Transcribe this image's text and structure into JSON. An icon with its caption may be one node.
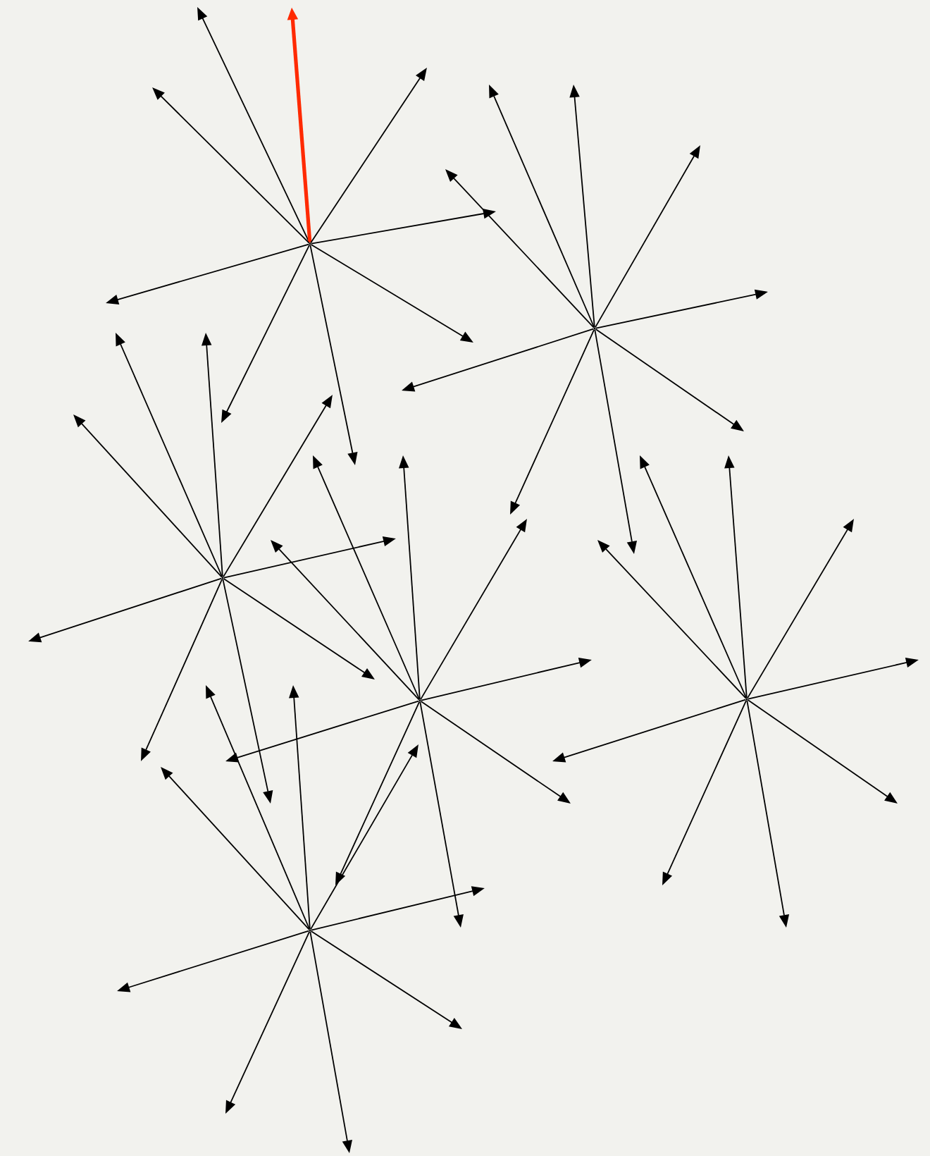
{
  "diagram": {
    "nodes": [
      {
        "text": [],
        "shape": "point"
      },
      {
        "text": [],
        "shape": "point"
      },
      {
        "text": [],
        "shape": "point"
      },
      {
        "text": [],
        "shape": "point"
      },
      {
        "text": [],
        "shape": "point"
      },
      {
        "text": [],
        "shape": "point"
      }
    ],
    "edges": [
      {
        "from": 0,
        "to": null,
        "arrow": "to"
      },
      {
        "from": 0,
        "to": null,
        "arrow": "to",
        "style": "thick",
        "color": "#ff2a00"
      },
      {
        "from": 0,
        "to": null,
        "arrow": "to"
      },
      {
        "from": 0,
        "to": null,
        "arrow": "to"
      },
      {
        "from": 0,
        "to": null,
        "arrow": "to"
      },
      {
        "from": 0,
        "to": null,
        "arrow": "to"
      },
      {
        "from": 0,
        "to": null,
        "arrow": "to"
      },
      {
        "from": 0,
        "to": null,
        "arrow": "to"
      },
      {
        "from": 0,
        "to": null,
        "arrow": "to"
      },
      {
        "from": 1,
        "to": null,
        "arrow": "to"
      },
      {
        "from": 1,
        "to": null,
        "arrow": "to"
      },
      {
        "from": 1,
        "to": null,
        "arrow": "to"
      },
      {
        "from": 1,
        "to": null,
        "arrow": "to"
      },
      {
        "from": 1,
        "to": null,
        "arrow": "to"
      },
      {
        "from": 1,
        "to": null,
        "arrow": "to"
      },
      {
        "from": 1,
        "to": null,
        "arrow": "to"
      },
      {
        "from": 1,
        "to": null,
        "arrow": "to"
      },
      {
        "from": 1,
        "to": null,
        "arrow": "to"
      },
      {
        "from": 2,
        "to": null,
        "arrow": "to"
      },
      {
        "from": 2,
        "to": null,
        "arrow": "to"
      },
      {
        "from": 2,
        "to": null,
        "arrow": "to"
      },
      {
        "from": 2,
        "to": null,
        "arrow": "to"
      },
      {
        "from": 2,
        "to": null,
        "arrow": "to"
      },
      {
        "from": 2,
        "to": null,
        "arrow": "to"
      },
      {
        "from": 2,
        "to": null,
        "arrow": "to"
      },
      {
        "from": 2,
        "to": null,
        "arrow": "to"
      },
      {
        "from": 2,
        "to": null,
        "arrow": "to"
      },
      {
        "from": 3,
        "to": null,
        "arrow": "to"
      },
      {
        "from": 3,
        "to": null,
        "arrow": "to"
      },
      {
        "from": 3,
        "to": null,
        "arrow": "to"
      },
      {
        "from": 3,
        "to": null,
        "arrow": "to"
      },
      {
        "from": 3,
        "to": null,
        "arrow": "to"
      },
      {
        "from": 3,
        "to": null,
        "arrow": "to"
      },
      {
        "from": 3,
        "to": null,
        "arrow": "to"
      },
      {
        "from": 3,
        "to": null,
        "arrow": "to"
      },
      {
        "from": 3,
        "to": null,
        "arrow": "to"
      },
      {
        "from": 4,
        "to": null,
        "arrow": "to"
      },
      {
        "from": 4,
        "to": null,
        "arrow": "to"
      },
      {
        "from": 4,
        "to": null,
        "arrow": "to"
      },
      {
        "from": 4,
        "to": null,
        "arrow": "to"
      },
      {
        "from": 4,
        "to": null,
        "arrow": "to"
      },
      {
        "from": 4,
        "to": null,
        "arrow": "to"
      },
      {
        "from": 4,
        "to": null,
        "arrow": "to"
      },
      {
        "from": 4,
        "to": null,
        "arrow": "to"
      },
      {
        "from": 4,
        "to": null,
        "arrow": "to"
      },
      {
        "from": 5,
        "to": null,
        "arrow": "to"
      },
      {
        "from": 5,
        "to": null,
        "arrow": "to"
      },
      {
        "from": 5,
        "to": null,
        "arrow": "to"
      },
      {
        "from": 5,
        "to": null,
        "arrow": "to"
      },
      {
        "from": 5,
        "to": null,
        "arrow": "to"
      },
      {
        "from": 5,
        "to": null,
        "arrow": "to"
      },
      {
        "from": 5,
        "to": null,
        "arrow": "to"
      },
      {
        "from": 5,
        "to": null,
        "arrow": "to"
      },
      {
        "from": 5,
        "to": null,
        "arrow": "to"
      }
    ]
  }
}
